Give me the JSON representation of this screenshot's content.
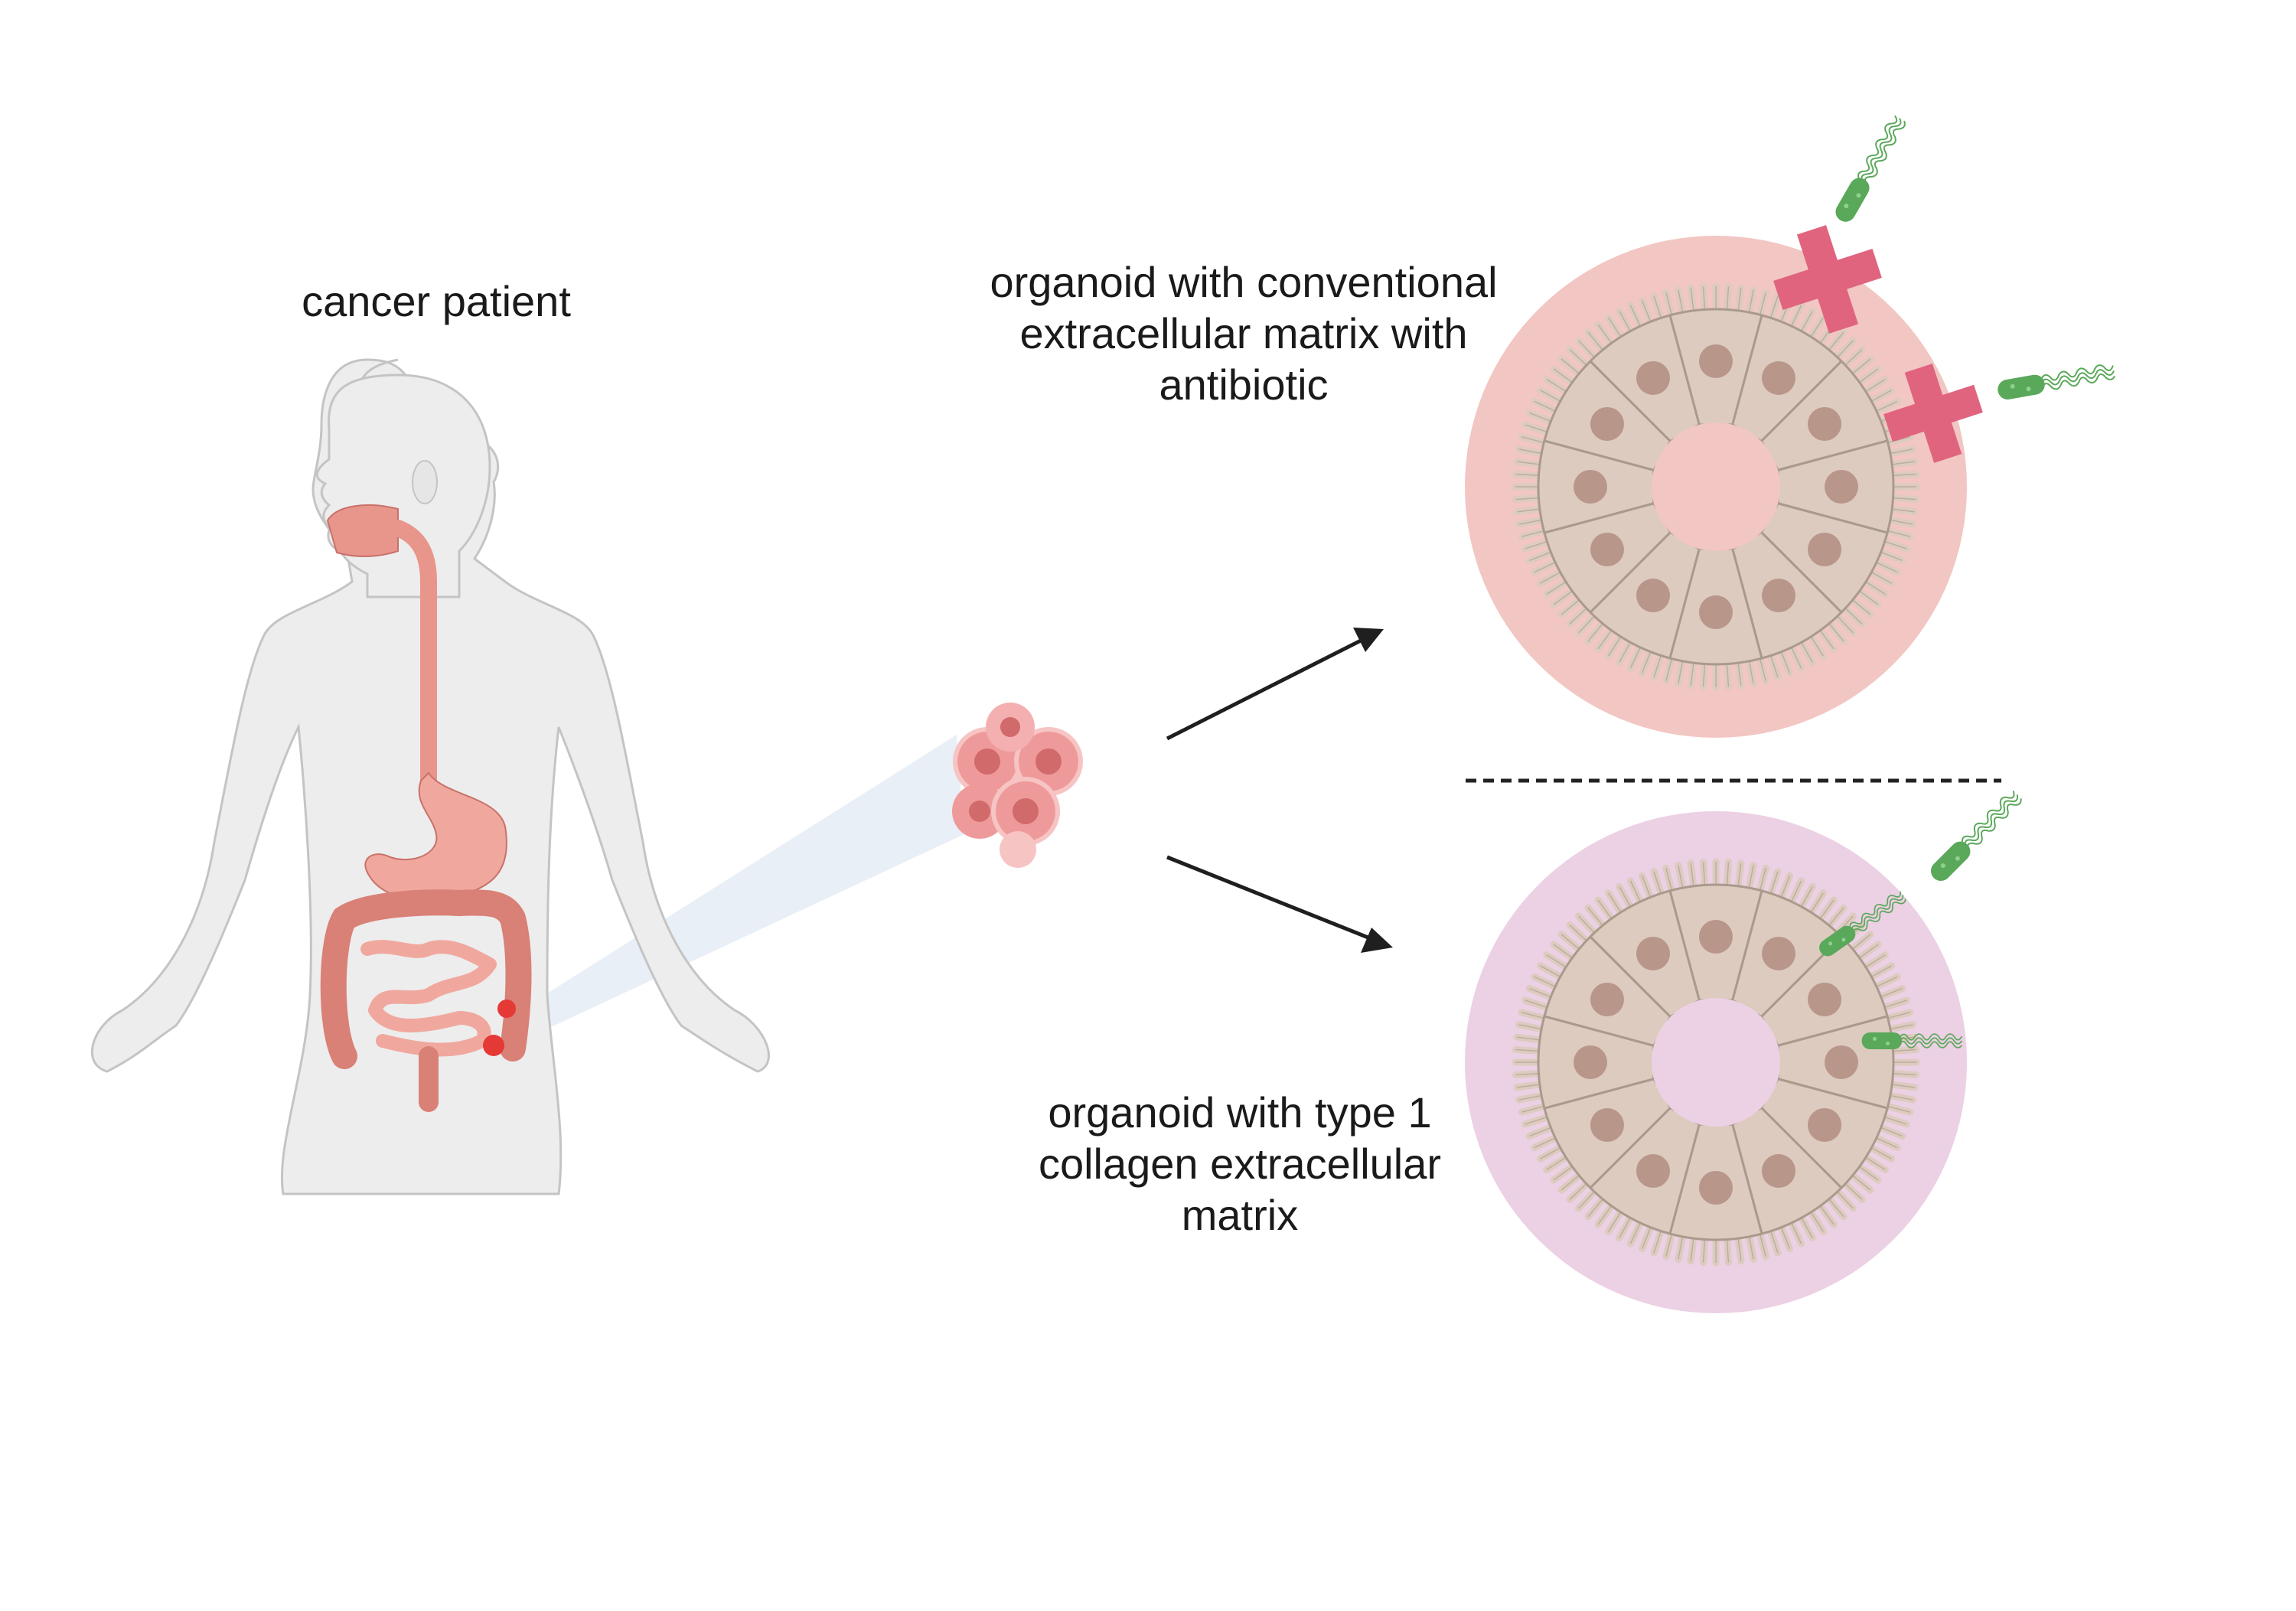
{
  "labels": {
    "patient": "cancer patient",
    "top_organoid": [
      "organoid with conventional",
      "extracellular matrix with",
      "antibiotic"
    ],
    "bottom_organoid": [
      "organoid with type 1",
      "collagen extracellular",
      "matrix"
    ]
  },
  "colors": {
    "body_fill": "#ededed",
    "body_outline": "#c4c4c4",
    "gut": "#e8958c",
    "gut_dark": "#c9716a",
    "tumor": "#e53935",
    "organoid_top_bg": "#f2c6c2",
    "organoid_bottom_bg": "#ecd0e4",
    "lumen_top": "#f2c6c2",
    "lumen_bottom": "#ecd0e4",
    "cell_fill": "#ddcbc0",
    "cell_stroke": "#a99a8c",
    "nucleus": "#b9968a",
    "x_mark": "#e0647e",
    "bacteria": "#5aa85a",
    "cluster_cell": "#ef9a9a",
    "cluster_nucleus": "#d16a6a",
    "arrow": "#1f1f1f",
    "beam": "#e3ebf4"
  }
}
